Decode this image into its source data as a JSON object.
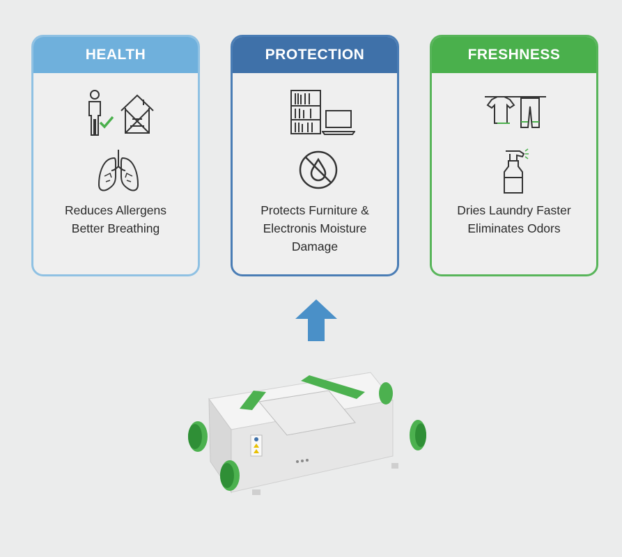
{
  "cards": [
    {
      "title": "HEALTH",
      "lines": [
        "Reduces Allergens",
        "Better Breathing"
      ],
      "icons": [
        "person-check-icon",
        "house-icon",
        "lungs-icon"
      ],
      "color": "#6fb0dc"
    },
    {
      "title": "PROTECTION",
      "lines": [
        "Protects Furniture &",
        "Electronis Moisture",
        "Damage"
      ],
      "icons": [
        "bookshelf-icon",
        "laptop-icon",
        "no-water-icon"
      ],
      "color": "#3f71a9"
    },
    {
      "title": "FRESHNESS",
      "lines": [
        "Dries Laundry Faster",
        "Eliminates Odors"
      ],
      "icons": [
        "clothesline-icon",
        "spray-bottle-icon"
      ],
      "color": "#4ab04c"
    }
  ],
  "arrow_color": "#4a90c8",
  "device_accent": "#4cb14f"
}
